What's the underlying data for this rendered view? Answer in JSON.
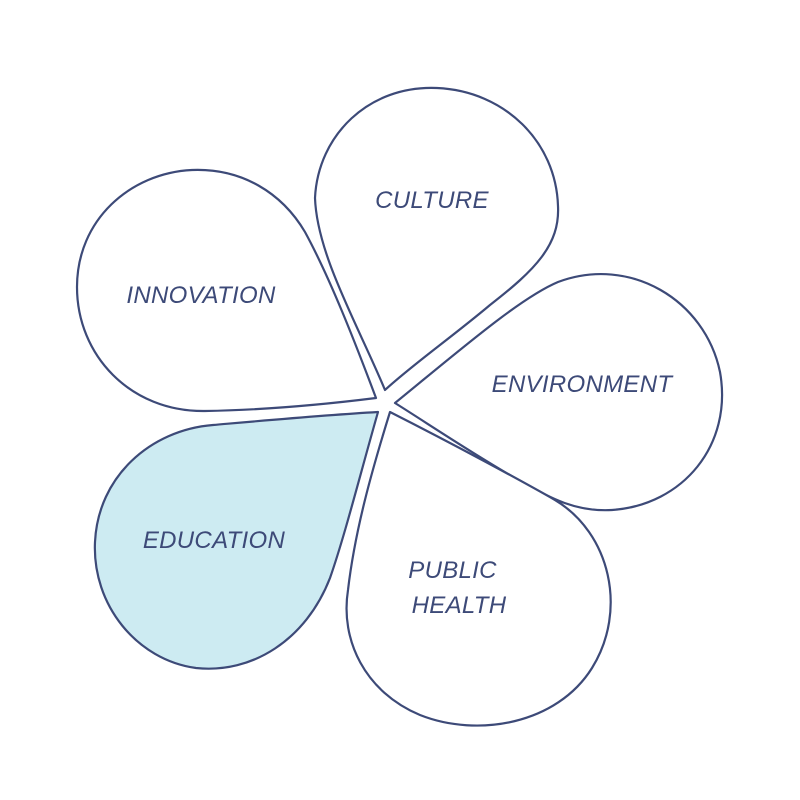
{
  "colors": {
    "outline": "#3d4a78",
    "label": "#3d4a78",
    "petal_fill": "#ffffff",
    "highlight_fill": "#cdebf2",
    "background": "#ffffff"
  },
  "petals": [
    {
      "id": "culture",
      "label_lines": [
        "CULTURE"
      ],
      "highlighted": false
    },
    {
      "id": "environment",
      "label_lines": [
        "ENVIRONMENT"
      ],
      "highlighted": false
    },
    {
      "id": "public-health",
      "label_lines": [
        "PUBLIC",
        "HEALTH"
      ],
      "highlighted": false
    },
    {
      "id": "education",
      "label_lines": [
        "EDUCATION"
      ],
      "highlighted": true
    },
    {
      "id": "innovation",
      "label_lines": [
        "INNOVATION"
      ],
      "highlighted": false
    }
  ]
}
